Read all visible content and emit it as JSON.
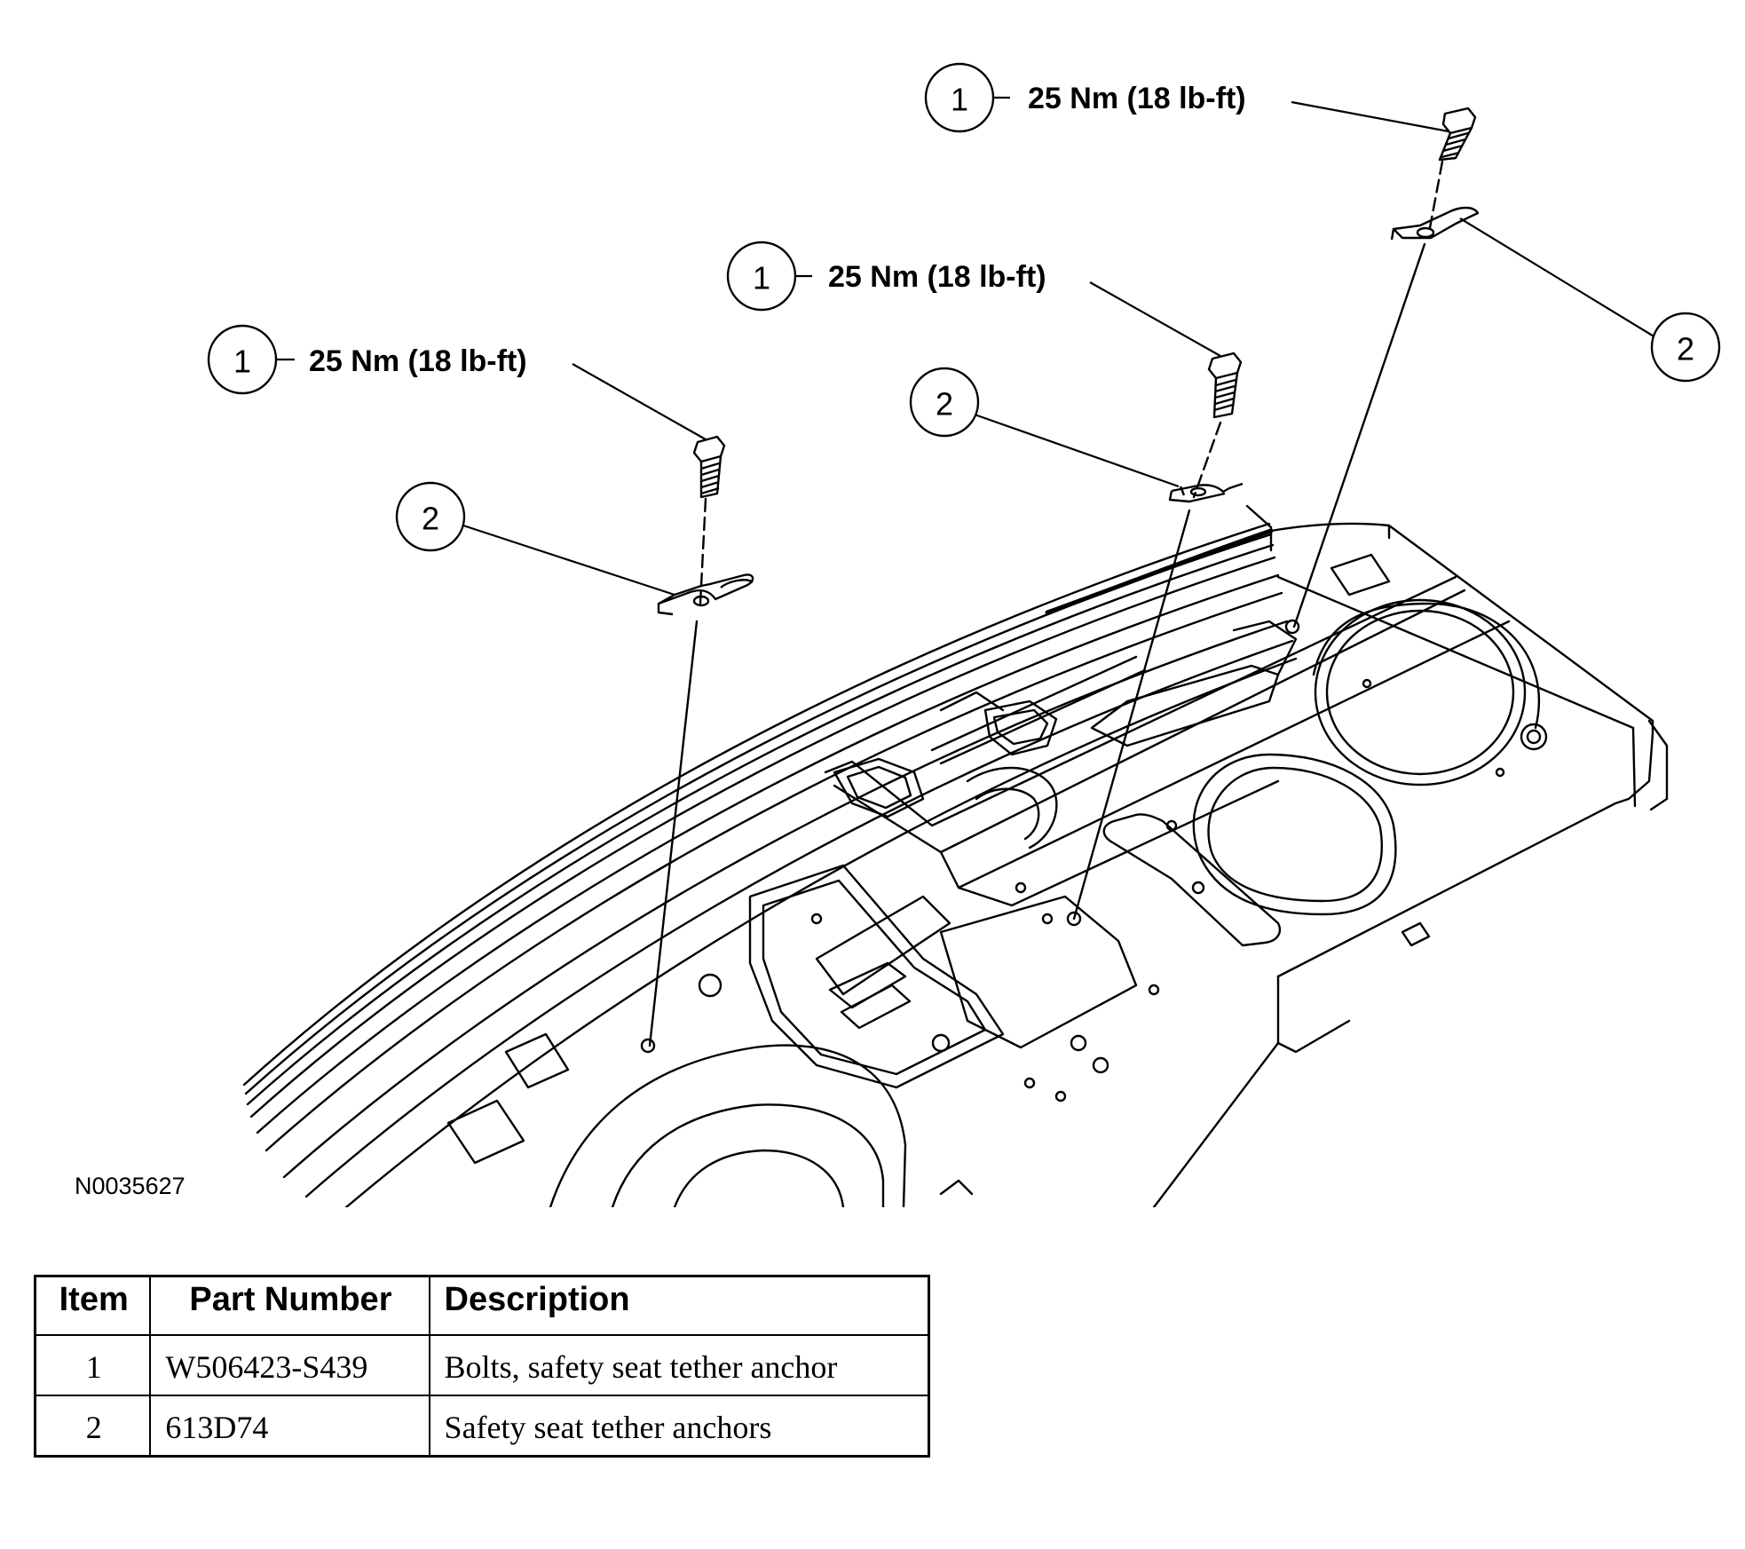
{
  "figure": {
    "id": "N0035627",
    "callouts": [
      {
        "number": "1",
        "torque": "25 Nm (18 lb-ft)"
      },
      {
        "number": "2"
      },
      {
        "number": "1",
        "torque": "25 Nm (18 lb-ft)"
      },
      {
        "number": "2"
      },
      {
        "number": "1",
        "torque": "25 Nm (18 lb-ft)"
      },
      {
        "number": "2"
      }
    ]
  },
  "table": {
    "headers": [
      "Item",
      "Part Number",
      "Description"
    ],
    "rows": [
      {
        "item": "1",
        "part_number": "W506423-S439",
        "description": "Bolts, safety seat tether anchor"
      },
      {
        "item": "2",
        "part_number": "613D74",
        "description": "Safety seat tether anchors"
      }
    ]
  },
  "colors": {
    "line": "#000000",
    "background": "#ffffff"
  }
}
